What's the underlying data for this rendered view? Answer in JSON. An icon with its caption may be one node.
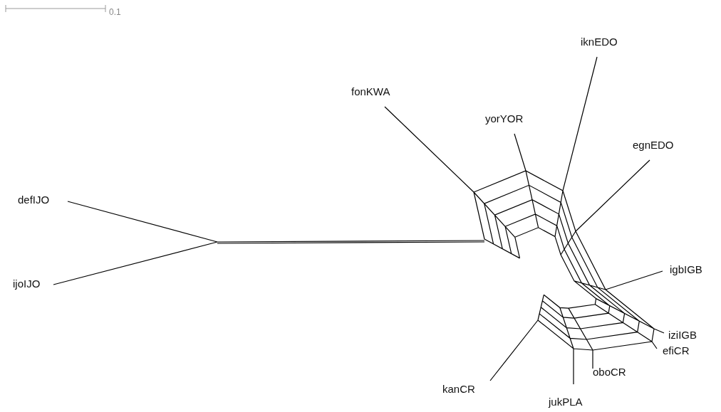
{
  "diagram": {
    "labels": [
      "0.1",
      "iknEDO",
      "fonKWA",
      "yorYOR",
      "egnEDO",
      "defIJO",
      "ijoIJO",
      "igbIGB",
      "iziIGB",
      "efiCR",
      "oboCR",
      "kanCR",
      "jukPLA"
    ]
  }
}
